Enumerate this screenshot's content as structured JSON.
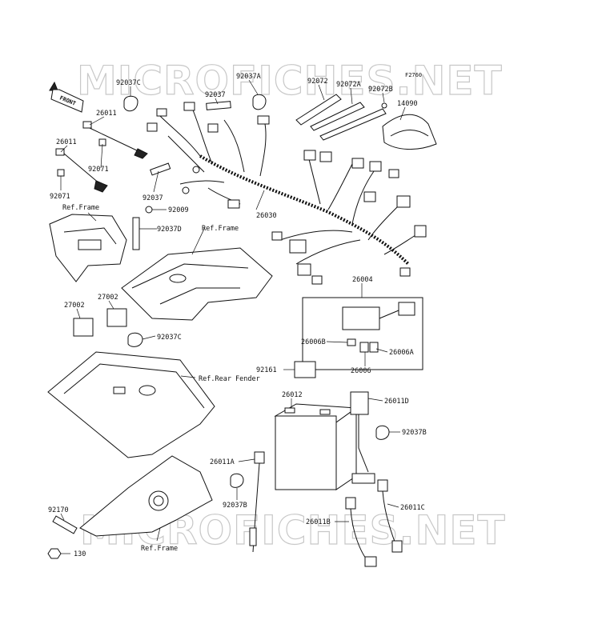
{
  "watermark": {
    "top": "MICROFICHES.NET",
    "bottom": "MICROFICHES.NET"
  },
  "figure_code": "F2760",
  "front_arrow": "FRONT",
  "callouts": {
    "p92037C_a": "92037C",
    "p92037A": "92037A",
    "p92037": "92037",
    "p92072": "92072",
    "p92072A": "92072A",
    "p92072B": "92072B",
    "p14090": "14090",
    "p26011_a": "26011",
    "p26011_b": "26011",
    "p92071_a": "92071",
    "p92071_b": "92071",
    "p92037_b": "92037",
    "p92009": "92009",
    "p92037D": "92037D",
    "p26030": "26030",
    "ref_frame_a": "Ref.Frame",
    "ref_frame_b": "Ref.Frame",
    "p26004": "26004",
    "p27002_a": "27002",
    "p27002_b": "27002",
    "p92037C_b": "92037C",
    "p26006B": "26006B",
    "p26006A": "26006A",
    "p26006": "26006",
    "p92161": "92161",
    "ref_rear_fender": "Ref.Rear Fender",
    "p26012": "26012",
    "p26011D": "26011D",
    "p92037B_a": "92037B",
    "p26011A": "26011A",
    "p92037B_b": "92037B",
    "p26011C": "26011C",
    "p26011B": "26011B",
    "p92170": "92170",
    "p130": "130",
    "ref_frame_c": "Ref.Frame"
  },
  "colors": {
    "line": "#111111",
    "watermark_stroke": "#c8c8c8",
    "background": "#ffffff"
  }
}
